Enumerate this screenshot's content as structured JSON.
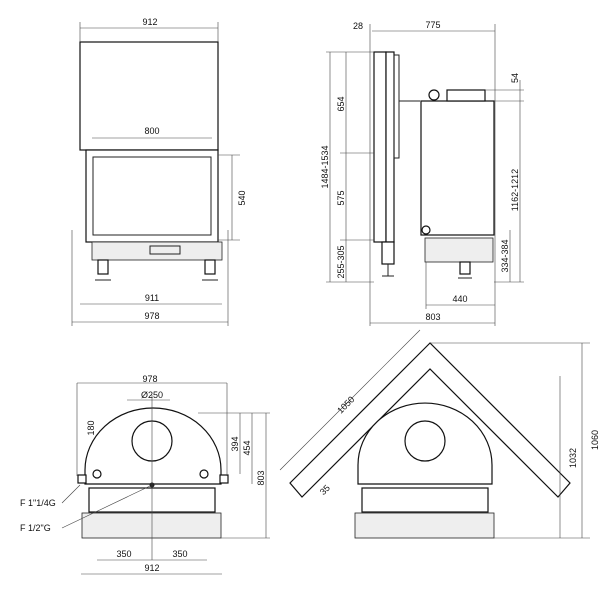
{
  "front_view": {
    "width_top": "912",
    "door_width": "800",
    "door_height": "540",
    "base_width": "911",
    "overall_width": "978"
  },
  "side_view": {
    "frame_depth": "28",
    "body_depth": "775",
    "flue_height": "54",
    "upper_height": "654",
    "total_height": "1484-1534",
    "door_height": "575",
    "body_height": "1162-1212",
    "leg_height_front": "255-305",
    "leg_height_rear": "334-384",
    "leg_spacing": "440",
    "overall_depth": "803"
  },
  "top_view": {
    "overall_width": "978",
    "flue_diameter": "Ø250",
    "flue_offset": "180",
    "dim_394": "394",
    "dim_454": "454",
    "depth": "803",
    "connection_water": "F 1\"1/4G",
    "connection_drain": "F 1/2\"G",
    "left_spacing": "350",
    "right_spacing": "350",
    "base_width": "912"
  },
  "corner_view": {
    "wall_length": "1050",
    "angle": "35",
    "depth_inner": "1032",
    "depth_outer": "1060"
  }
}
